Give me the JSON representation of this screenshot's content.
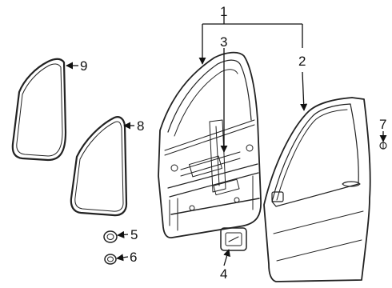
{
  "diagram": {
    "callouts": [
      {
        "id": "c1",
        "label": "1"
      },
      {
        "id": "c2",
        "label": "2"
      },
      {
        "id": "c3",
        "label": "3"
      },
      {
        "id": "c4",
        "label": "4"
      },
      {
        "id": "c5",
        "label": "5"
      },
      {
        "id": "c6",
        "label": "6"
      },
      {
        "id": "c7",
        "label": "7"
      },
      {
        "id": "c8",
        "label": "8"
      },
      {
        "id": "c9",
        "label": "9"
      }
    ],
    "parts": [
      {
        "name": "door-frame-inner",
        "callout": "1"
      },
      {
        "name": "door-outer-panel",
        "callout": "2"
      },
      {
        "name": "window-regulator",
        "callout": "3"
      },
      {
        "name": "access-cover",
        "callout": "4"
      },
      {
        "name": "plug-5",
        "callout": "5"
      },
      {
        "name": "plug-6",
        "callout": "6"
      },
      {
        "name": "bolt-pin",
        "callout": "7"
      },
      {
        "name": "weatherstrip-inner",
        "callout": "8"
      },
      {
        "name": "weatherstrip-outer",
        "callout": "9"
      }
    ]
  }
}
